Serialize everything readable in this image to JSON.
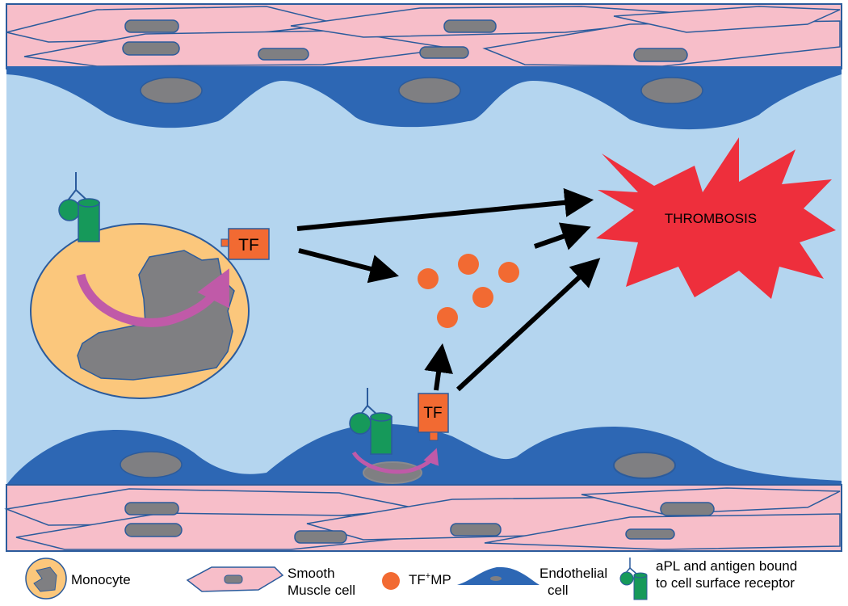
{
  "colors": {
    "vessel_lumen": "#b4d5ef",
    "smooth_muscle_fill": "#f7bec9",
    "smooth_muscle_stroke": "#2b5b9c",
    "endothelium": "#2d67b4",
    "nucleus": "#7f7f82",
    "monocyte_fill": "#fbc77c",
    "tf_box": "#f26a32",
    "microparticle": "#f26a32",
    "thrombosis": "#ee2f3c",
    "receptor_green": "#16995a",
    "arrow": "#000000",
    "signal_arrow": "#c05aa8"
  },
  "labels": {
    "tf_monocyte": "TF",
    "tf_endothelial": "TF",
    "thrombosis": "THROMBOSIS"
  },
  "legend": {
    "monocyte": "Monocyte",
    "smooth_muscle_line1": "Smooth",
    "smooth_muscle_line2": "Muscle cell",
    "tfmp_base": "TF",
    "tfmp_sup": "+",
    "tfmp_suffix": "MP",
    "endothelial_line1": "Endothelial",
    "endothelial_line2": "cell",
    "apl_line1": "aPL and antigen bound",
    "apl_line2": "to cell surface receptor"
  },
  "icons": {
    "receptor": "antibody-receptor-icon",
    "signal": "curved-signal-arrow-icon"
  }
}
